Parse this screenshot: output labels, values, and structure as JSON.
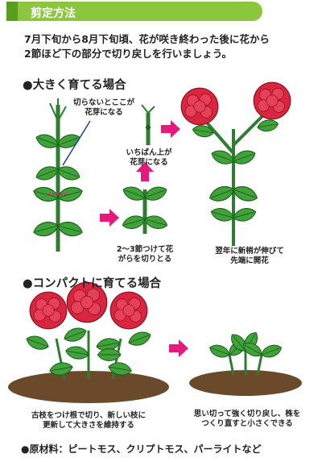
{
  "header": {
    "title": "剪定方法"
  },
  "intro": {
    "line1": "7月下旬から8月下旬頃、花が咲き終わった後に花から",
    "line2": "2節ほど下の部分で切り戻しを行いましょう。"
  },
  "section_large": {
    "heading": "●大きく育てる場合",
    "label_no_cut_1": "切らないとここが",
    "label_no_cut_2": "花芽になる",
    "label_top_1": "いちばん上が",
    "label_top_2": "花芽になる",
    "label_cut_1": "2～3節つけて花",
    "label_cut_2": "がらを切りとる",
    "label_next_1": "翌年に新梢が伸びて",
    "label_next_2": "先端に開花"
  },
  "section_compact": {
    "heading": "●コンパクトに育てる場合",
    "label_left_1": "古枝をつけ根で切り、新しい枝に",
    "label_left_2": "更新して大きさを維持する",
    "label_right_1": "思い切って強く切り戻し、株を",
    "label_right_2": "つくり直すと小さくできる"
  },
  "footer": {
    "materials": "●原材料：ピートモス、クリプトモス、パーライトなど"
  },
  "colors": {
    "green": "#8cc63f",
    "leaf": "#3a9d3a",
    "flower": "#d9263e",
    "arrow": "#e6197c",
    "soil": "#6b4a2b"
  }
}
